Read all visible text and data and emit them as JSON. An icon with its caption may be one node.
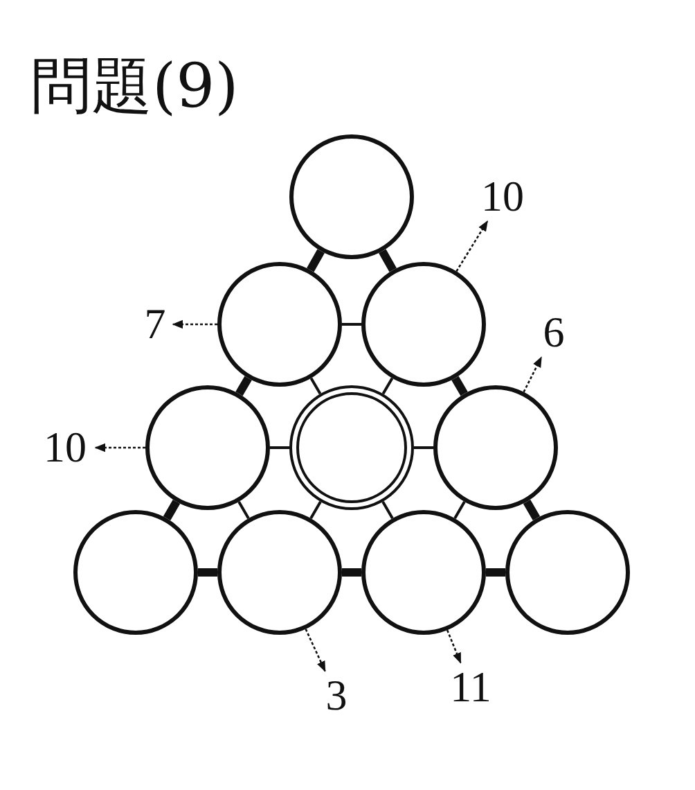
{
  "diagram": {
    "title": "問題(9)",
    "nodes": [
      {
        "text": [],
        "shape": "circle"
      },
      {
        "text": [],
        "shape": "circle"
      },
      {
        "text": [],
        "shape": "circle"
      },
      {
        "text": [],
        "shape": "circle"
      },
      {
        "text": [],
        "shape": "circle"
      },
      {
        "text": [],
        "shape": "circle"
      },
      {
        "text": [],
        "shape": "circle"
      },
      {
        "text": [],
        "shape": "circle"
      },
      {
        "text": [],
        "shape": "circle"
      },
      {
        "text": [],
        "shape": "circle"
      },
      {
        "text": [
          "10"
        ]
      },
      {
        "text": [
          "7"
        ]
      },
      {
        "text": [
          "6"
        ]
      },
      {
        "text": [
          "10"
        ]
      },
      {
        "text": [
          "3"
        ]
      },
      {
        "text": [
          "11"
        ]
      }
    ],
    "edges": [
      {
        "from": 0,
        "to": 1,
        "arrow": "none",
        "style": "thick"
      },
      {
        "from": 0,
        "to": 2,
        "arrow": "none",
        "style": "thick"
      },
      {
        "from": 1,
        "to": 2,
        "arrow": "none"
      },
      {
        "from": 1,
        "to": 3,
        "arrow": "none",
        "style": "thick"
      },
      {
        "from": 1,
        "to": 4,
        "arrow": "none"
      },
      {
        "from": 2,
        "to": 4,
        "arrow": "none"
      },
      {
        "from": 2,
        "to": 5,
        "arrow": "none",
        "style": "thick"
      },
      {
        "from": 3,
        "to": 4,
        "arrow": "none"
      },
      {
        "from": 4,
        "to": 5,
        "arrow": "none"
      },
      {
        "from": 3,
        "to": 6,
        "arrow": "none",
        "style": "thick"
      },
      {
        "from": 3,
        "to": 7,
        "arrow": "none"
      },
      {
        "from": 4,
        "to": 7,
        "arrow": "none"
      },
      {
        "from": 4,
        "to": 8,
        "arrow": "none"
      },
      {
        "from": 5,
        "to": 8,
        "arrow": "none"
      },
      {
        "from": 5,
        "to": 9,
        "arrow": "none",
        "style": "thick"
      },
      {
        "from": 6,
        "to": 7,
        "arrow": "none",
        "style": "thick"
      },
      {
        "from": 7,
        "to": 8,
        "arrow": "none",
        "style": "thick"
      },
      {
        "from": 8,
        "to": 9,
        "arrow": "none",
        "style": "thick"
      },
      {
        "from": 2,
        "to": 10,
        "arrow": "to",
        "style": "dashed"
      },
      {
        "from": 1,
        "to": 11,
        "arrow": "to",
        "style": "dashed"
      },
      {
        "from": 5,
        "to": 12,
        "arrow": "to",
        "style": "dashed"
      },
      {
        "from": 3,
        "to": 13,
        "arrow": "to",
        "style": "dashed"
      },
      {
        "from": 7,
        "to": 14,
        "arrow": "to",
        "style": "dashed"
      },
      {
        "from": 8,
        "to": 15,
        "arrow": "to",
        "style": "dashed"
      }
    ]
  }
}
